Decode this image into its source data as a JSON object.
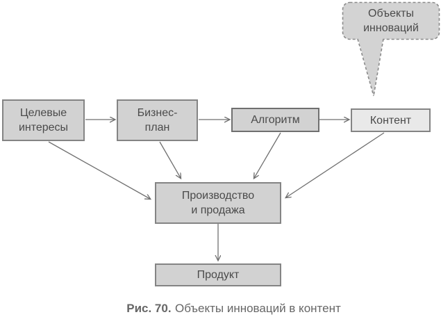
{
  "figure": {
    "callout": {
      "lines": [
        "Объекты",
        "инноваций"
      ]
    },
    "nodes": {
      "target_interests": {
        "lines": [
          "Целевые",
          "интересы"
        ]
      },
      "business_plan": {
        "lines": [
          "Бизнес-",
          "план"
        ]
      },
      "algorithm": {
        "label": "Алгоритм"
      },
      "content": {
        "label": "Контент"
      },
      "production_sales": {
        "lines": [
          "Производство",
          "и продажа"
        ]
      },
      "product": {
        "label": "Продукт"
      }
    },
    "caption": {
      "prefix": "Рис. 70.",
      "text": "Объекты инноваций в контент"
    },
    "colors": {
      "background": "#ffffff",
      "box_fill": "#d2d2d2",
      "box_fill_light": "#e9e9e9",
      "box_border": "#848484",
      "box_border_dark": "#6f6f6f",
      "callout_fill": "#d3d3d3",
      "callout_border": "#8a8a8a",
      "arrow": "#6f6f6f",
      "text": "#4a4a4a",
      "caption_text": "#666666"
    }
  }
}
